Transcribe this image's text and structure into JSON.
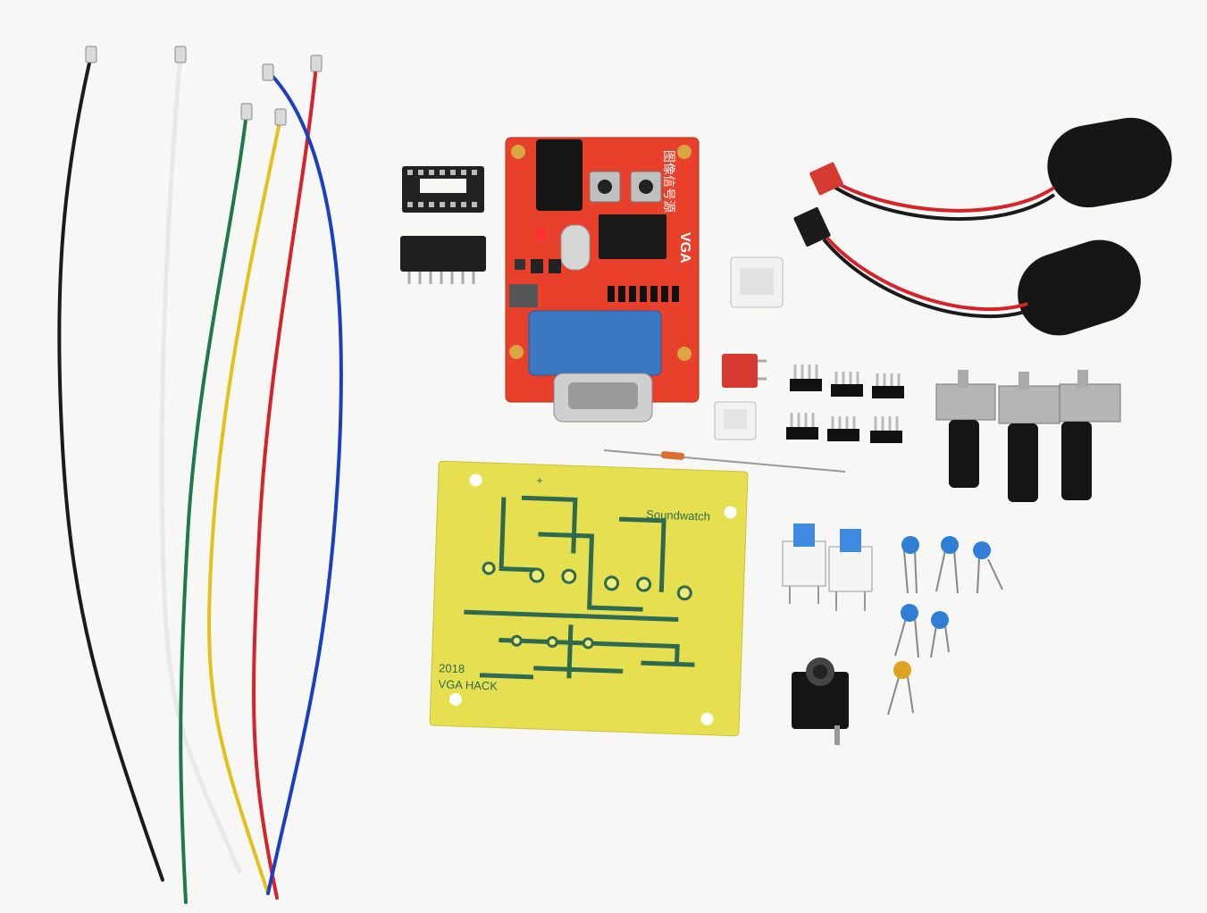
{
  "pcb": {
    "brand_text": "Soundwatch",
    "year_text": "2018",
    "name_text": "VGA HACK",
    "plus_mark": "+"
  },
  "vga_board": {
    "chip_label": "VGA",
    "cjk_text": "图像信号源"
  },
  "colors": {
    "background": "#f7f7f5",
    "pcb_yellow": "#e6e050",
    "pcb_trace": "#2d6a4f",
    "board_red": "#e8402a",
    "vga_blue": "#3a78c2",
    "wire_black": "#1b1b1b",
    "wire_white": "#f0f0f0",
    "wire_green": "#1e7a4a",
    "wire_yellow": "#e2c21a",
    "wire_red": "#d8222a",
    "wire_blue": "#1d3fbf"
  }
}
